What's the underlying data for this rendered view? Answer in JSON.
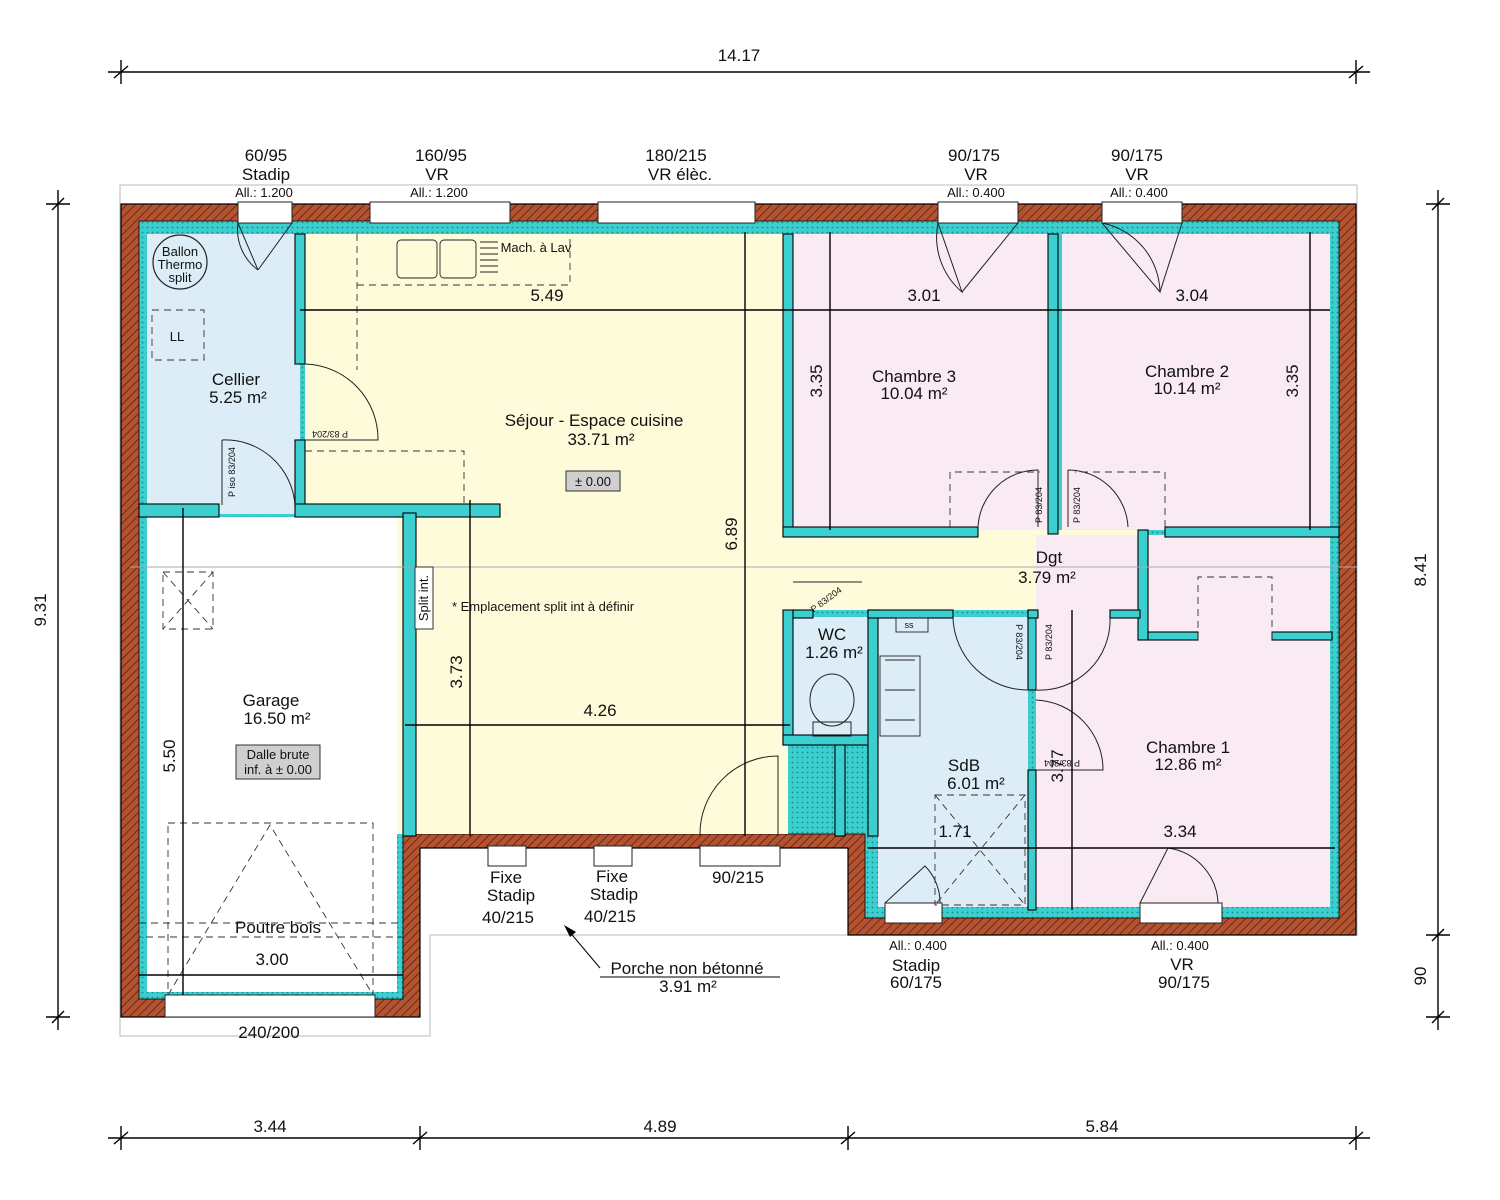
{
  "overall_dimensions": {
    "top_total": "14.17",
    "bottom_segments": [
      "3.44",
      "4.89",
      "5.84"
    ],
    "left_total": "9.31",
    "right_total": "8.41",
    "right_porch": "90"
  },
  "openings": [
    {
      "size": "60/95",
      "type": "Stadip",
      "sill": "All.: 1.200"
    },
    {
      "size": "160/95",
      "type": "VR",
      "sill": "All.: 1.200"
    },
    {
      "size": "180/215",
      "type": "VR élèc.",
      "sill": ""
    },
    {
      "size": "90/175",
      "type": "VR",
      "sill": "All.: 0.400"
    },
    {
      "size": "90/175",
      "type": "VR",
      "sill": "All.: 0.400"
    },
    {
      "size": "40/215",
      "type": "Fixe Stadip",
      "sill": ""
    },
    {
      "size": "40/215",
      "type": "Fixe Stadip",
      "sill": ""
    },
    {
      "size": "90/215",
      "type": "",
      "sill": ""
    },
    {
      "size": "60/175",
      "type": "Stadip",
      "sill": "All.: 0.400"
    },
    {
      "size": "90/175",
      "type": "VR",
      "sill": "All.: 0.400"
    },
    {
      "size": "240/200",
      "type": "",
      "sill": ""
    }
  ],
  "rooms": [
    {
      "name": "Cellier",
      "area": "5.25 m²"
    },
    {
      "name": "Séjour - Espace cuisine",
      "area": "33.71 m²"
    },
    {
      "name": "Chambre 3",
      "area": "10.04 m²"
    },
    {
      "name": "Chambre 2",
      "area": "10.14 m²"
    },
    {
      "name": "Dgt",
      "area": "3.79 m²"
    },
    {
      "name": "WC",
      "area": "1.26 m²"
    },
    {
      "name": "SdB",
      "area": "6.01 m²"
    },
    {
      "name": "Chambre 1",
      "area": "12.86 m²"
    },
    {
      "name": "Garage",
      "area": "16.50 m²"
    },
    {
      "name": "Porche non bétonné",
      "area": "3.91 m²"
    }
  ],
  "interior_dimensions": [
    "5.49",
    "3.01",
    "3.04",
    "3.35",
    "3.35",
    "6.89",
    "3.73",
    "4.26",
    "5.50",
    "3.00",
    "1.71",
    "3.34",
    "3.77"
  ],
  "level_tag": "± 0.00",
  "garage_slab": [
    "Dalle brute",
    "inf. à ± 0.00"
  ],
  "equipment": {
    "boiler": [
      "Ballon",
      "Thermo",
      "split"
    ],
    "laundry": "LL",
    "washing_machine": "Mach. à Lav",
    "split": "Split int.",
    "split_note": "* Emplacement split int à définir",
    "beam": "Poutre bois",
    "ss": "ss"
  },
  "door_labels": [
    "P 83/204",
    "P iso 83/204",
    "P 83/204",
    "P 83/204",
    "P 83/204",
    "P 83/204",
    "P 83/204",
    "P 83/204"
  ],
  "colors": {
    "brick": "#b5522f",
    "insulation": "#3ccfd0",
    "sejour": "#fdfbd9",
    "wet": "#dcedf8",
    "bedroom": "#f9eaf4"
  }
}
